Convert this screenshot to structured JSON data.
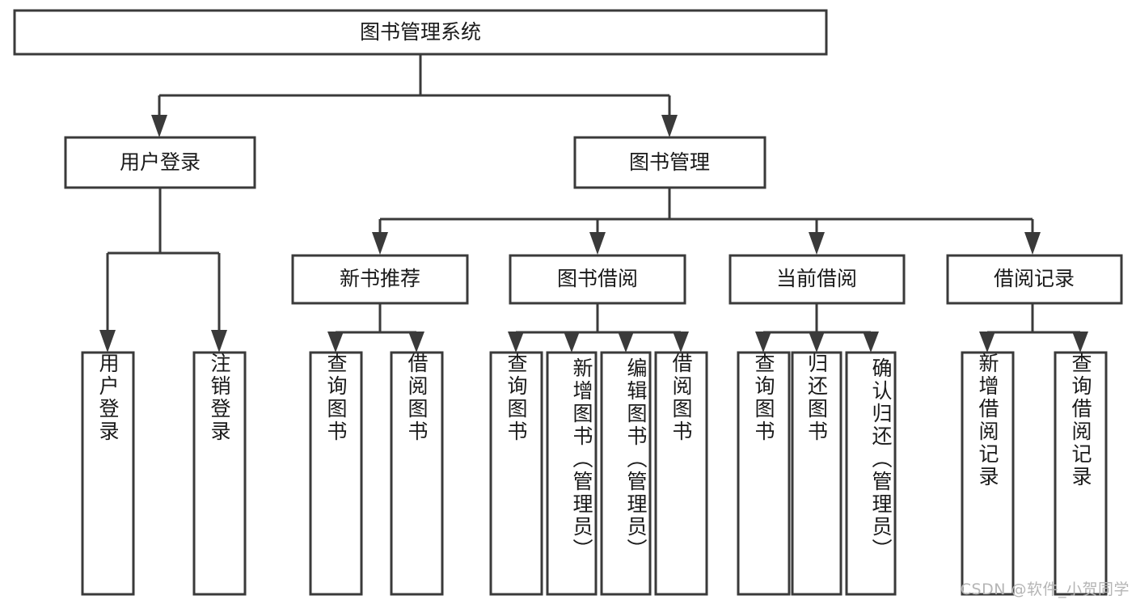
{
  "diagram": {
    "type": "tree",
    "title": "图书管理系统",
    "watermark": "CSDN @软件_小贺同学",
    "colors": {
      "stroke": "#3a3a3a",
      "fill": "#ffffff",
      "text": "#1a1a1a",
      "watermark": "#b5b5b5",
      "background": "#ffffff"
    },
    "root": {
      "label": "图书管理系统"
    },
    "level2": [
      {
        "label": "用户登录"
      },
      {
        "label": "图书管理"
      }
    ],
    "level3": [
      {
        "label": "新书推荐"
      },
      {
        "label": "图书借阅"
      },
      {
        "label": "当前借阅"
      },
      {
        "label": "借阅记录"
      }
    ],
    "leaves": {
      "user_login": [
        {
          "label": "用户登录"
        },
        {
          "label": "注销登录"
        }
      ],
      "new_book": [
        {
          "label": "查询图书"
        },
        {
          "label": "借阅图书"
        }
      ],
      "book_borrow": [
        {
          "label": "查询图书"
        },
        {
          "label": "新增图书（管理员）"
        },
        {
          "label": "编辑图书（管理员）"
        },
        {
          "label": "借阅图书"
        }
      ],
      "current_borrow": [
        {
          "label": "查询图书"
        },
        {
          "label": "归还图书"
        },
        {
          "label": "确认归还（管理员）"
        }
      ],
      "borrow_record": [
        {
          "label": "新增借阅记录"
        },
        {
          "label": "查询借阅记录"
        }
      ]
    }
  }
}
